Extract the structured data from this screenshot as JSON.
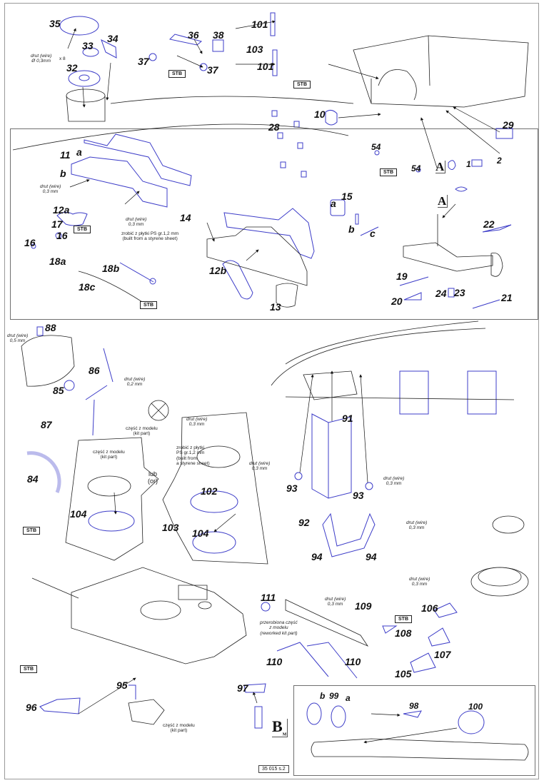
{
  "document": {
    "page_code": "35 015 s.2",
    "colors": {
      "etched_part": "#3c3cc8",
      "kit_part": "#222222",
      "frame": "#9a9a9a"
    }
  },
  "top_section": {
    "labels": {
      "p35": "35",
      "p34": "34",
      "p33": "33",
      "p32": "32",
      "p36": "36",
      "p38": "38",
      "p37a": "37",
      "p37b": "37",
      "p101a": "101",
      "p103": "103",
      "p101b": "101",
      "p10": "10",
      "p28": "28",
      "p54a": "54",
      "p54b": "54",
      "p29": "29",
      "p1": "1",
      "p2": "2"
    },
    "wire_note": {
      "line1": "drut (wire)",
      "line2": "Ø 0,3mm",
      "qty": "x 8"
    },
    "stb_1": "STB",
    "stb_2": "STB",
    "stb_3": "STB",
    "callout_A": "A"
  },
  "middle_panel": {
    "labels": {
      "p11": "11",
      "a": "a",
      "b": "b",
      "p12a": "12a",
      "p17": "17",
      "p16a": "16",
      "p16b": "16",
      "p18a": "18a",
      "p18b": "18b",
      "p18c": "18c",
      "p14": "14",
      "p12b": "12b",
      "p13": "13",
      "p15": "15",
      "p15a": "a",
      "p15b": "b",
      "p15c": "c"
    },
    "wire_note_1": {
      "line1": "drut (wire)",
      "line2": "0,3 mm"
    },
    "wire_note_2": {
      "line1": "drut (wire)",
      "line2": "0,3 mm"
    },
    "styrene_note": {
      "line1": "zrobić z płytki PS gr.1,2 mm",
      "line2": "(built from a styrene sheet)"
    },
    "stb_1": "STB",
    "stb_2": "STB"
  },
  "detail_A": {
    "callout": "A",
    "labels": {
      "p22": "22",
      "p19": "19",
      "p20": "20",
      "p24": "24",
      "p23": "23",
      "p21": "21"
    }
  },
  "hatch_section": {
    "labels": {
      "p88": "88",
      "p86": "86",
      "p85": "85",
      "p87": "87",
      "p84": "84"
    },
    "wire_note_05": {
      "line1": "drut (wire)",
      "line2": "0,5 mm"
    },
    "wire_note_02": {
      "line1": "drut (wire)",
      "line2": "0,2 mm"
    },
    "kit_part_note": {
      "line1": "część z modelu",
      "line2": "(kit part)"
    },
    "stb": "STB"
  },
  "cupola_options": {
    "option1": {
      "note_line1": "część z modelu",
      "note_line2": "(kit part)",
      "label": "104"
    },
    "or_label": {
      "line1": "lub",
      "line2": "(or)"
    },
    "option2": {
      "wire_line1": "drut (wire)",
      "wire_line2": "0,3 mm",
      "styrene_line1": "zrobić z płytki",
      "styrene_line2": "PS gr.1,2 mm",
      "styrene_line3": "(built from",
      "styrene_line4": "a styrene sheet)",
      "p102": "102",
      "p103": "103",
      "p104": "104"
    }
  },
  "hull_front": {
    "labels": {
      "p91": "91",
      "p93a": "93",
      "p93b": "93",
      "p92": "92",
      "p94a": "94",
      "p94b": "94"
    },
    "wire_left": {
      "line1": "drut (wire)",
      "line2": "0,3 mm"
    },
    "wire_right": {
      "line1": "drut (wire)",
      "line2": "0,3 mm"
    },
    "wire_bottom": {
      "line1": "drut (wire)",
      "line2": "0,3 mm"
    }
  },
  "turret_section": {
    "labels": {
      "p95": "95",
      "p96": "96",
      "p97": "97"
    },
    "kit_part_note": {
      "line1": "część z modelu",
      "line2": "(kit part)"
    },
    "stb": "STB",
    "callout_B": "B",
    "callout_B_sub": "M"
  },
  "mg_section": {
    "labels": {
      "p111": "111",
      "p109": "109",
      "p110a": "110",
      "p110b": "110",
      "p106": "106",
      "p108": "108",
      "p107": "107",
      "p105": "105"
    },
    "wire_1": {
      "line1": "drut (wire)",
      "line2": "0,3 mm"
    },
    "wire_2": {
      "line1": "drut (wire)",
      "line2": "0,3 mm"
    },
    "reworked_note": {
      "line1": "przerobiona część",
      "line2": "z modelu",
      "line3": "(reworked kit part)"
    },
    "stb": "STB"
  },
  "barrel_panel": {
    "labels": {
      "b": "b",
      "p99": "99",
      "a": "a",
      "p98": "98",
      "p100": "100"
    }
  }
}
